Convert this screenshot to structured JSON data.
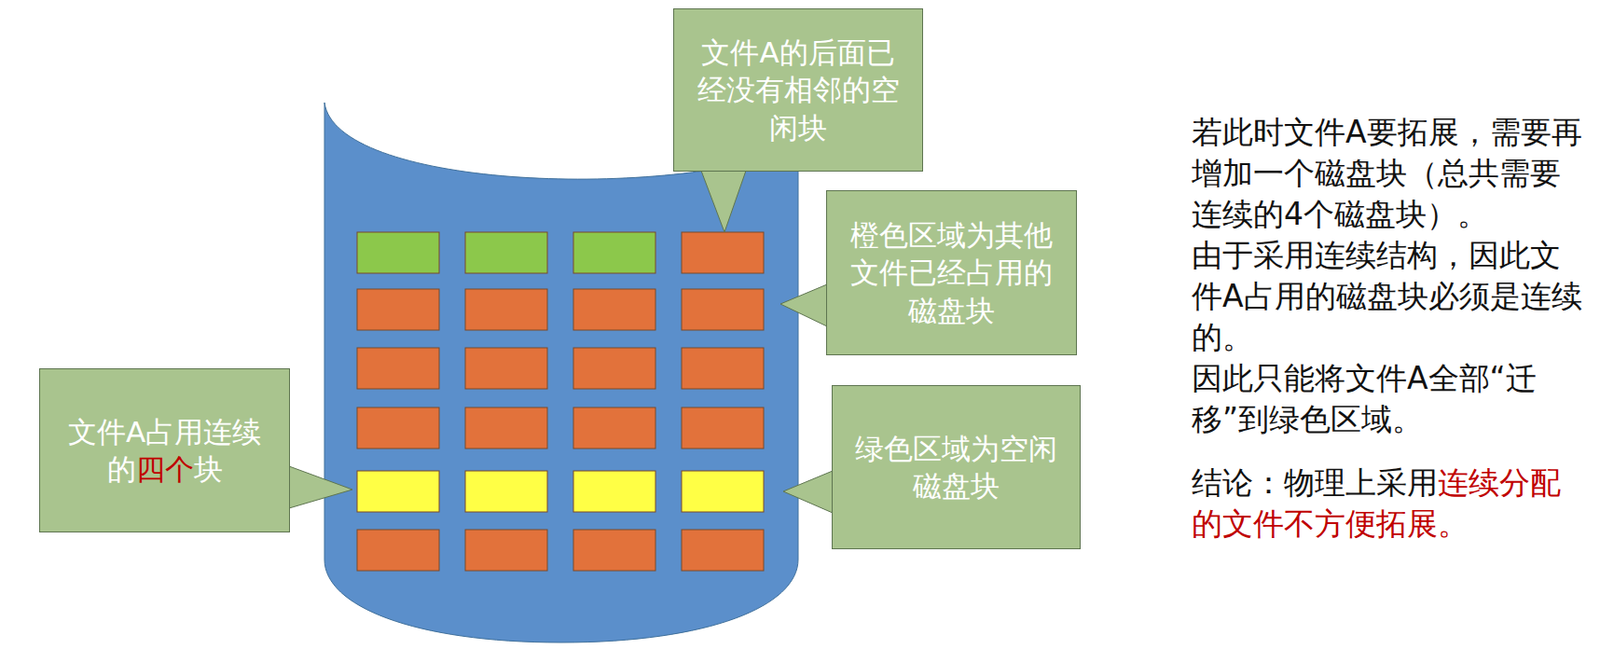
{
  "diagram": {
    "nodes": [
      {
        "text": [
          "文件A的后面已经没有相邻的空闲块"
        ]
      },
      {
        "text": [
          "橙色区域为其他文件已经占用的磁盘块"
        ]
      },
      {
        "text": [
          "文件A占用连续的",
          "四个",
          "块"
        ]
      },
      {
        "text": [
          "绿色区域为空闲磁盘块"
        ]
      }
    ],
    "labels": [
      "若此时文件A要拓展，需要再增加一个磁盘块（总共需要连续的4个磁盘块）。",
      "由于采用连续结构，因此文件A占用的磁盘块必须是连续的。",
      "因此只能将文件A全部“迁移”到绿色区域。",
      "结论：物理上采用",
      "连续分配的文件不方便拓展。"
    ]
  }
}
